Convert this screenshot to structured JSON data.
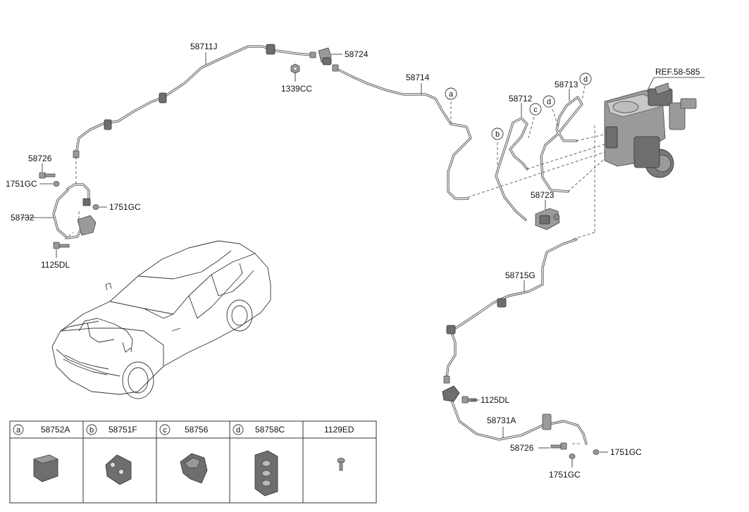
{
  "labels": {
    "p58711J": "58711J",
    "p58724": "58724",
    "p1339CC": "1339CC",
    "p58714": "58714",
    "p58712": "58712",
    "p58713": "58713",
    "ref": "REF.58-585",
    "p58723": "58723",
    "p58726_left": "58726",
    "p1751GC_left_a": "1751GC",
    "p1751GC_left_b": "1751GC",
    "p58732": "58732",
    "p1125DL_left": "1125DL",
    "p58715G": "58715G",
    "p1125DL_right": "1125DL",
    "p58731A": "58731A",
    "p58726_right": "58726",
    "p1751GC_right_a": "1751GC",
    "p1751GC_right_b": "1751GC"
  },
  "callouts": {
    "a_pipe": "a",
    "b_pipe": "b",
    "c_pipe": "c",
    "d_pipe_1": "d",
    "d_pipe_2": "d"
  },
  "legend": {
    "cells": [
      {
        "letter": "a",
        "part": "58752A",
        "icon": "clip-block-icon"
      },
      {
        "letter": "b",
        "part": "58751F",
        "icon": "clip-wedge-icon"
      },
      {
        "letter": "c",
        "part": "58756",
        "icon": "clip-bracket-icon"
      },
      {
        "letter": "d",
        "part": "58758C",
        "icon": "clip-multi-icon"
      },
      {
        "letter": "",
        "part": "1129ED",
        "icon": "bolt-icon"
      }
    ]
  }
}
